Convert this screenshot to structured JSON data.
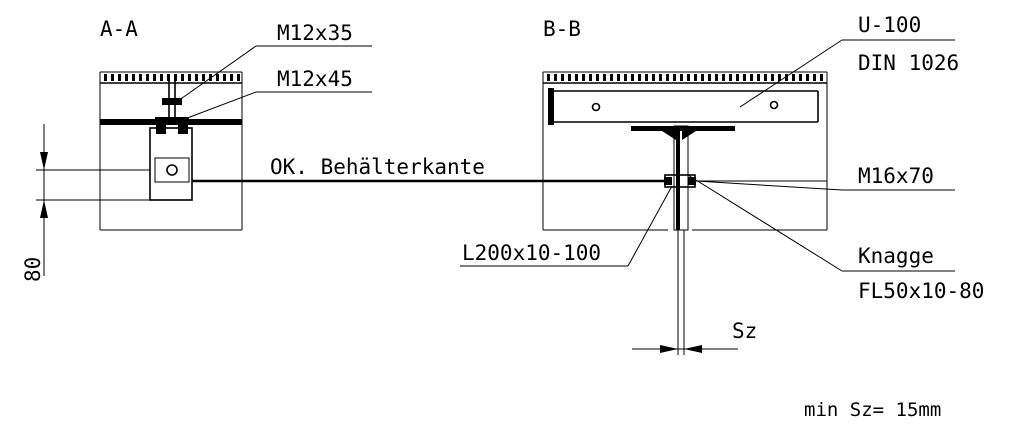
{
  "section_a": {
    "title": "A-A",
    "bolt_top": "M12x35",
    "bolt_bottom": "M12x45",
    "dimension": "80"
  },
  "section_b": {
    "title": "B-B",
    "profile_line1": "U-100",
    "profile_line2": "DIN 1026",
    "bolt": "M16x70",
    "angle": "L200x10-100",
    "cleat_line1": "Knagge",
    "cleat_line2": "FL50x10-80",
    "gap": "Sz"
  },
  "center_label": "OK. Behälterkante",
  "note": "min Sz= 15mm"
}
